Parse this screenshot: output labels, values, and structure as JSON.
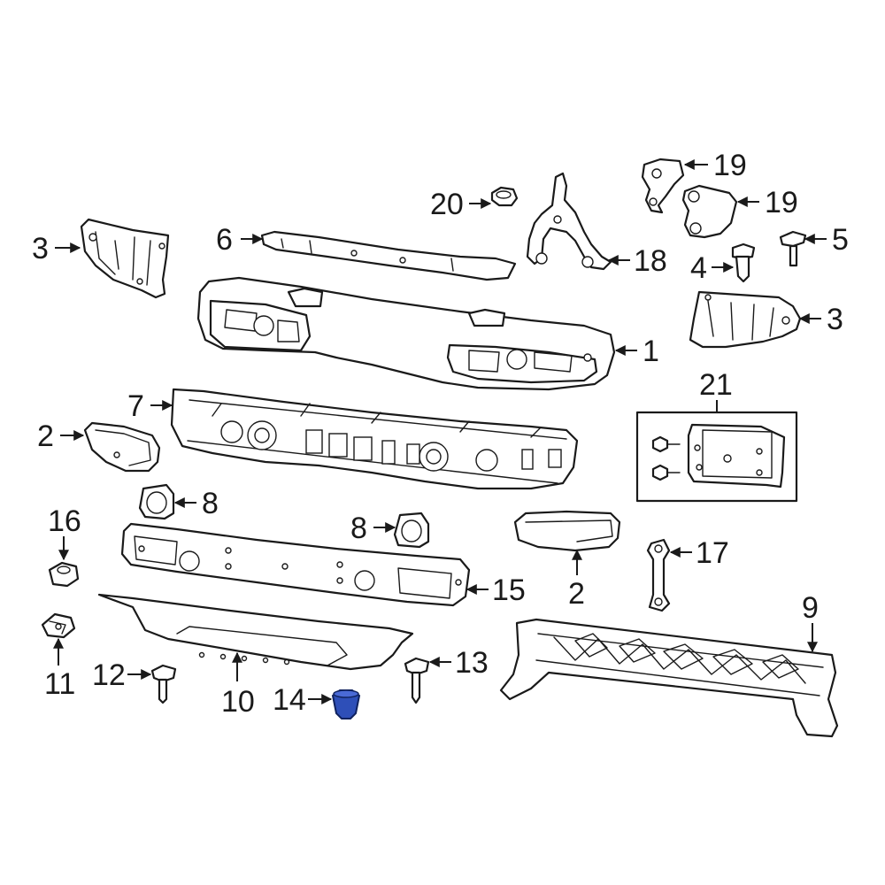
{
  "diagram": {
    "callouts": [
      {
        "id": "c3a",
        "label": "3"
      },
      {
        "id": "c6",
        "label": "6"
      },
      {
        "id": "c20",
        "label": "20"
      },
      {
        "id": "c19a",
        "label": "19"
      },
      {
        "id": "c19b",
        "label": "19"
      },
      {
        "id": "c5",
        "label": "5"
      },
      {
        "id": "c18",
        "label": "18"
      },
      {
        "id": "c4",
        "label": "4"
      },
      {
        "id": "c3b",
        "label": "3"
      },
      {
        "id": "c1",
        "label": "1"
      },
      {
        "id": "c21",
        "label": "21"
      },
      {
        "id": "c7",
        "label": "7"
      },
      {
        "id": "c2a",
        "label": "2"
      },
      {
        "id": "c8a",
        "label": "8"
      },
      {
        "id": "c8b",
        "label": "8"
      },
      {
        "id": "c16",
        "label": "16"
      },
      {
        "id": "c17",
        "label": "17"
      },
      {
        "id": "c2b",
        "label": "2"
      },
      {
        "id": "c15",
        "label": "15"
      },
      {
        "id": "c9",
        "label": "9"
      },
      {
        "id": "c11",
        "label": "11"
      },
      {
        "id": "c12",
        "label": "12"
      },
      {
        "id": "c13",
        "label": "13"
      },
      {
        "id": "c10",
        "label": "10"
      },
      {
        "id": "c14",
        "label": "14"
      }
    ],
    "colors": {
      "line": "#1a1a1a",
      "highlighted_part": "#2e4fb8"
    }
  }
}
